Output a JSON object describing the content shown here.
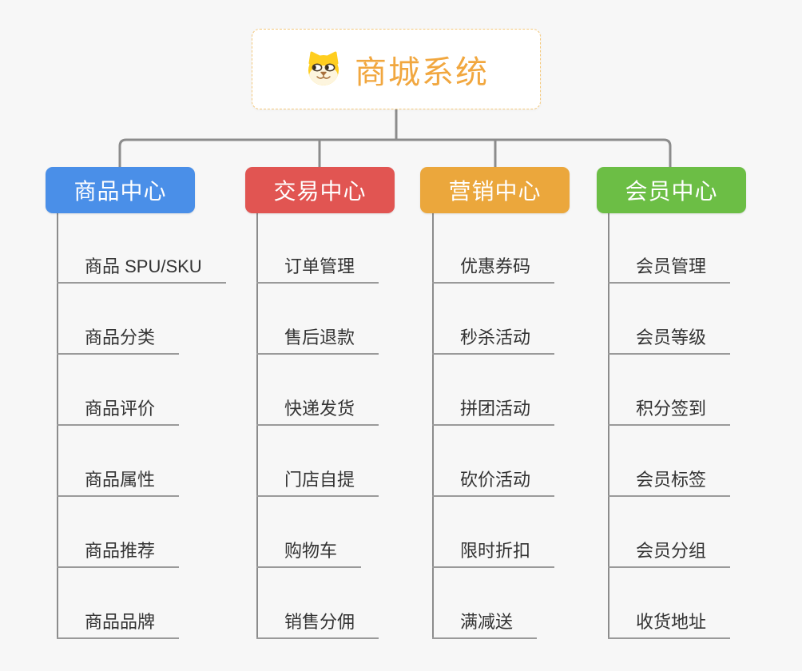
{
  "root": {
    "title": "商城系统",
    "icon": "dog-face-icon"
  },
  "branches": [
    {
      "label": "商品中心",
      "color": "#4a8fe8",
      "items": [
        "商品 SPU/SKU",
        "商品分类",
        "商品评价",
        "商品属性",
        "商品推荐",
        "商品品牌"
      ]
    },
    {
      "label": "交易中心",
      "color": "#e15552",
      "items": [
        "订单管理",
        "售后退款",
        "快递发货",
        "门店自提",
        "购物车",
        "销售分佣"
      ]
    },
    {
      "label": "营销中心",
      "color": "#eba73c",
      "items": [
        "优惠券码",
        "秒杀活动",
        "拼团活动",
        "砍价活动",
        "限时折扣",
        "满减送"
      ]
    },
    {
      "label": "会员中心",
      "color": "#6cbe45",
      "items": [
        "会员管理",
        "会员等级",
        "积分签到",
        "会员标签",
        "会员分组",
        "收货地址"
      ]
    }
  ],
  "palette": {
    "background": "#f7f7f7",
    "connector": "#8c8c8c",
    "underline": "#9a9a9a",
    "leaf_text": "#333333",
    "root_border": "#f4c87c",
    "root_text": "#f1a73f",
    "root_background": "#ffffff"
  }
}
